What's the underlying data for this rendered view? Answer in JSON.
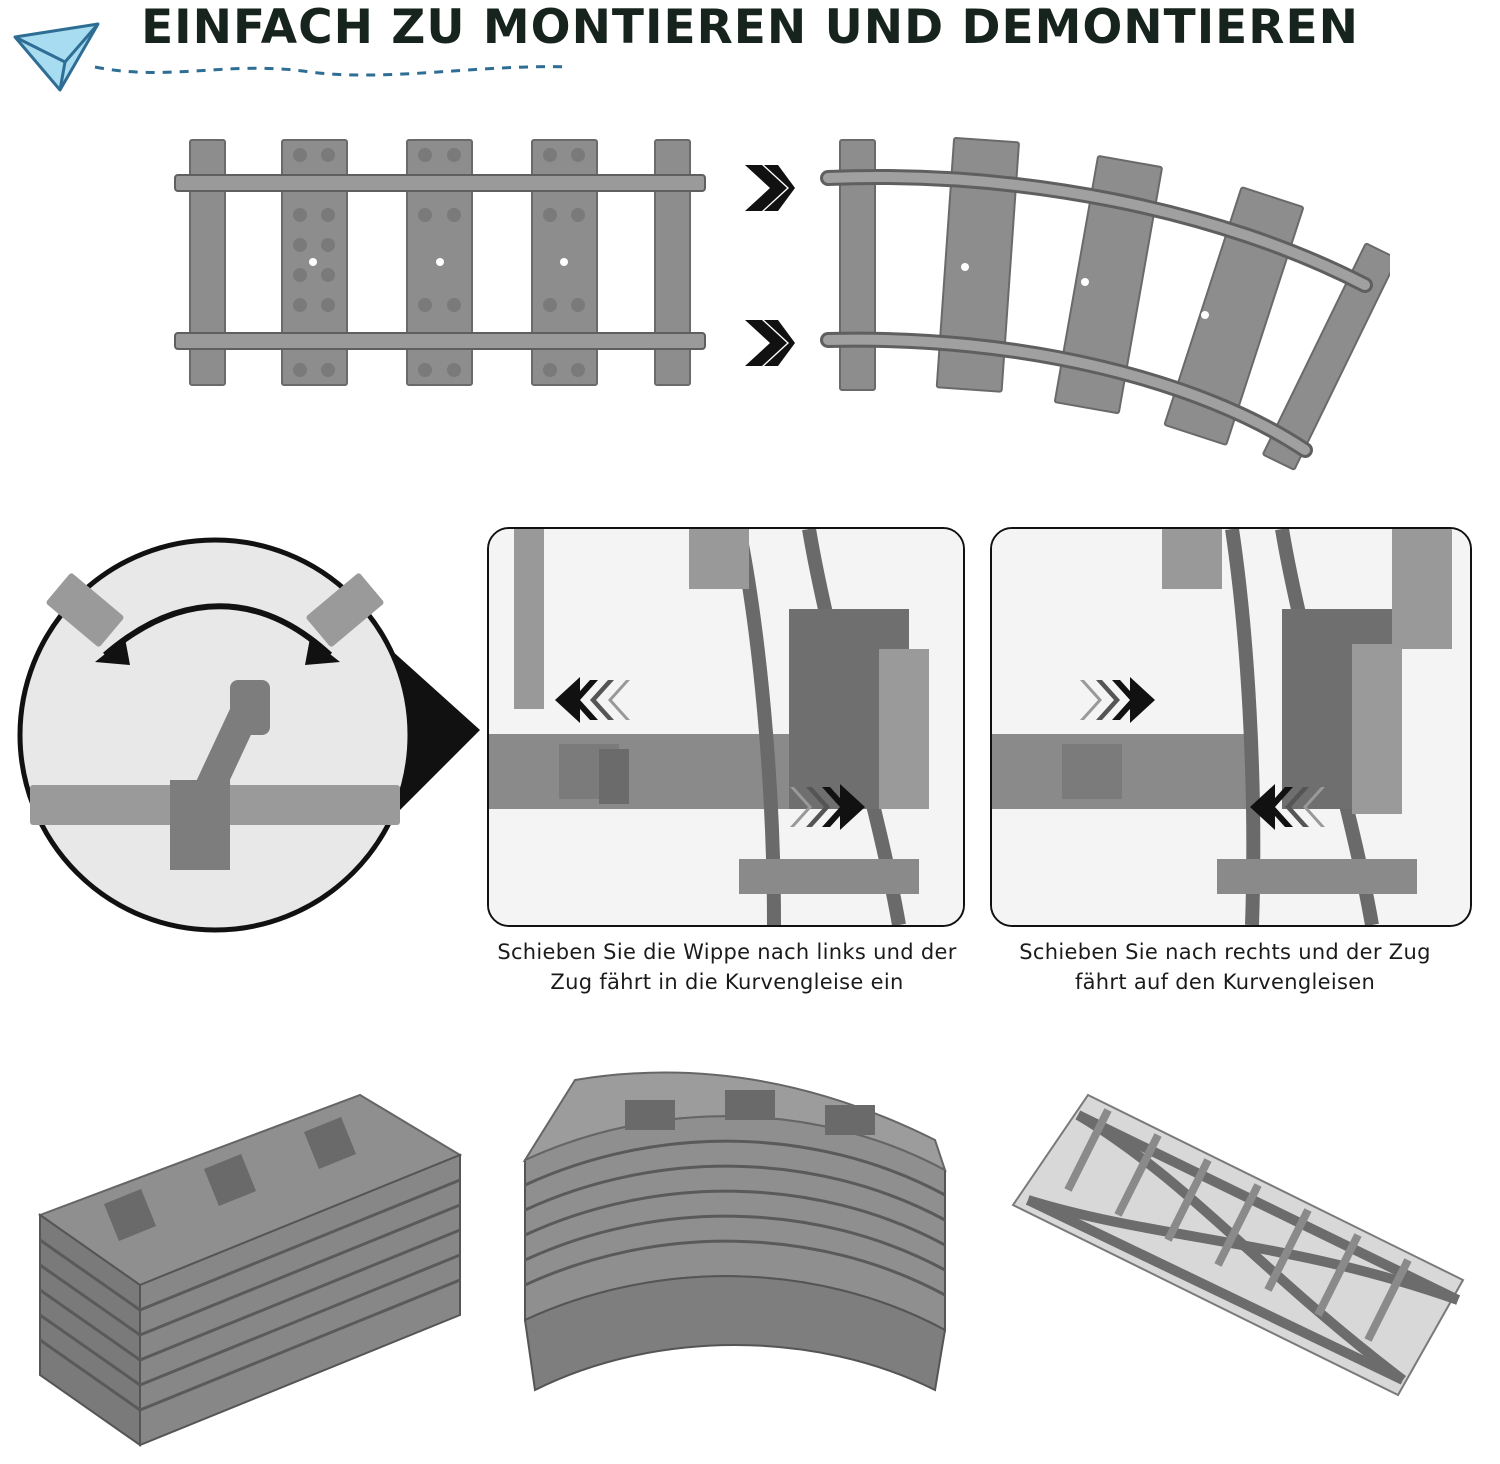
{
  "header": {
    "title": "EINFACH ZU MONTIEREN UND DEMONTIEREN",
    "icon": "paper-plane-icon",
    "accent_color": "#2f6e94",
    "plane_color": "#a8dcf0"
  },
  "panels": {
    "left_caption": "Schieben Sie die Wippe nach links und der Zug fährt in die Kurvengleise ein",
    "right_caption": "Schieben Sie nach rechts und der Zug fährt auf den Kurvengleisen"
  },
  "palette": {
    "track_gray": "#8a8a8a",
    "track_dark": "#5c5c5c",
    "arrow_black": "#111111"
  }
}
